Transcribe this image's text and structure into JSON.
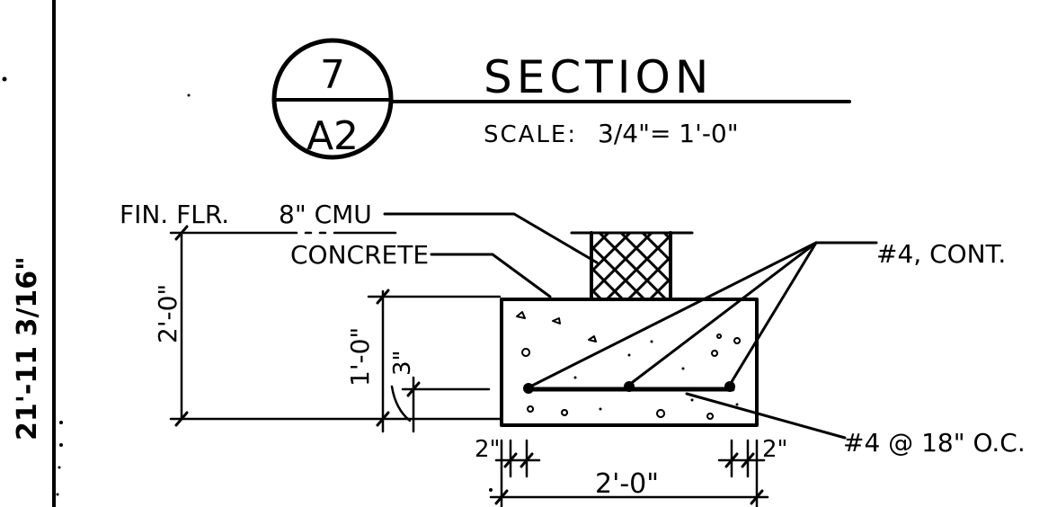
{
  "sheet": {
    "side_dimension": "21'-11 3/16\""
  },
  "title_block": {
    "detail_number": "7",
    "sheet_number": "A2",
    "title": "SECTION",
    "scale_label": "SCALE:",
    "scale_value": "3/4\"= 1'-0\""
  },
  "callouts": {
    "fin_flr": "FIN. FLR.",
    "cmu": "8\" CMU",
    "concrete": "CONCRETE",
    "rebar_cont": "#4, CONT.",
    "rebar_oc": "#4 @ 18\" O.C."
  },
  "dimensions": {
    "overall_height": "2'-0\"",
    "footing_height": "1'-0\"",
    "cover_bottom": "3\"",
    "cover_left": "2\"",
    "cover_right": "2\"",
    "footing_width": "2'-0\""
  }
}
